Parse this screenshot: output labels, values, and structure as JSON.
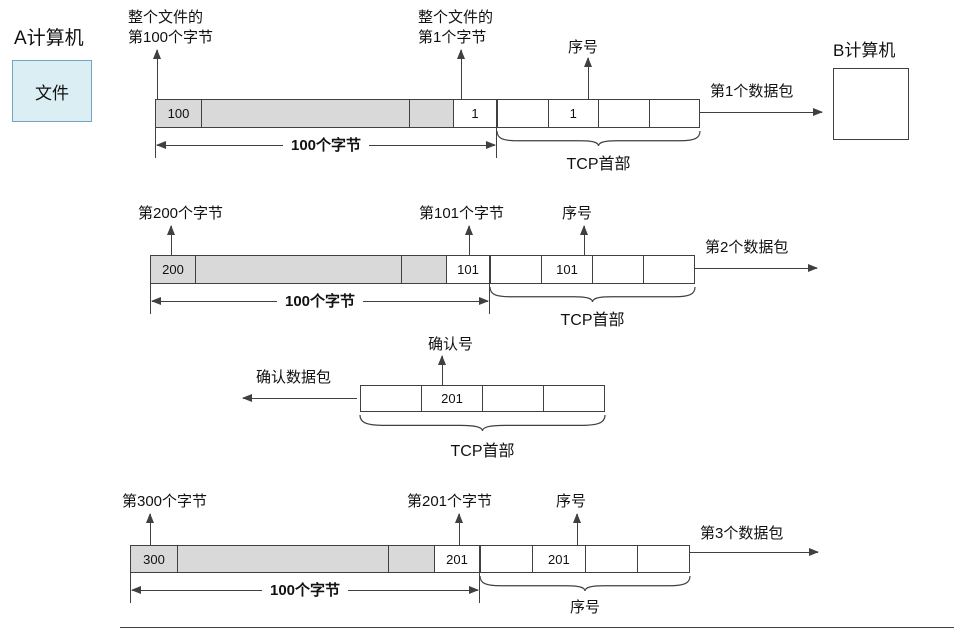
{
  "colors": {
    "bar_fill": "#d9d9d9",
    "file_box_fill": "#daeef3",
    "file_box_border": "#71a4c2",
    "line": "#404040"
  },
  "computer_a": "A计算机",
  "file_box": "文件",
  "computer_b": "B计算机",
  "row1": {
    "ann_left_line1": "整个文件的",
    "ann_left_line2": "第100个字节",
    "ann_right_line1": "整个文件的",
    "ann_right_line2": "第1个字节",
    "seq_label": "序号",
    "bar_start": "100",
    "bar_end": "1",
    "bytes": "100个字节",
    "tcp_seq": "1",
    "brace_label": "TCP首部",
    "packet": "第1个数据包"
  },
  "row2": {
    "ann_left": "第200个字节",
    "ann_right": "第101个字节",
    "seq_label": "序号",
    "bar_start": "200",
    "bar_end": "101",
    "bytes": "100个字节",
    "tcp_seq": "101",
    "brace_label": "TCP首部",
    "packet": "第2个数据包"
  },
  "ack": {
    "label": "确认号",
    "packet": "确认数据包",
    "tcp_ack": "201",
    "brace_label": "TCP首部"
  },
  "row3": {
    "ann_left": "第300个字节",
    "ann_right": "第201个字节",
    "seq_label": "序号",
    "bar_start": "300",
    "bar_end": "201",
    "bytes": "100个字节",
    "tcp_seq": "201",
    "brace_label": "序号",
    "packet": "第3个数据包"
  }
}
